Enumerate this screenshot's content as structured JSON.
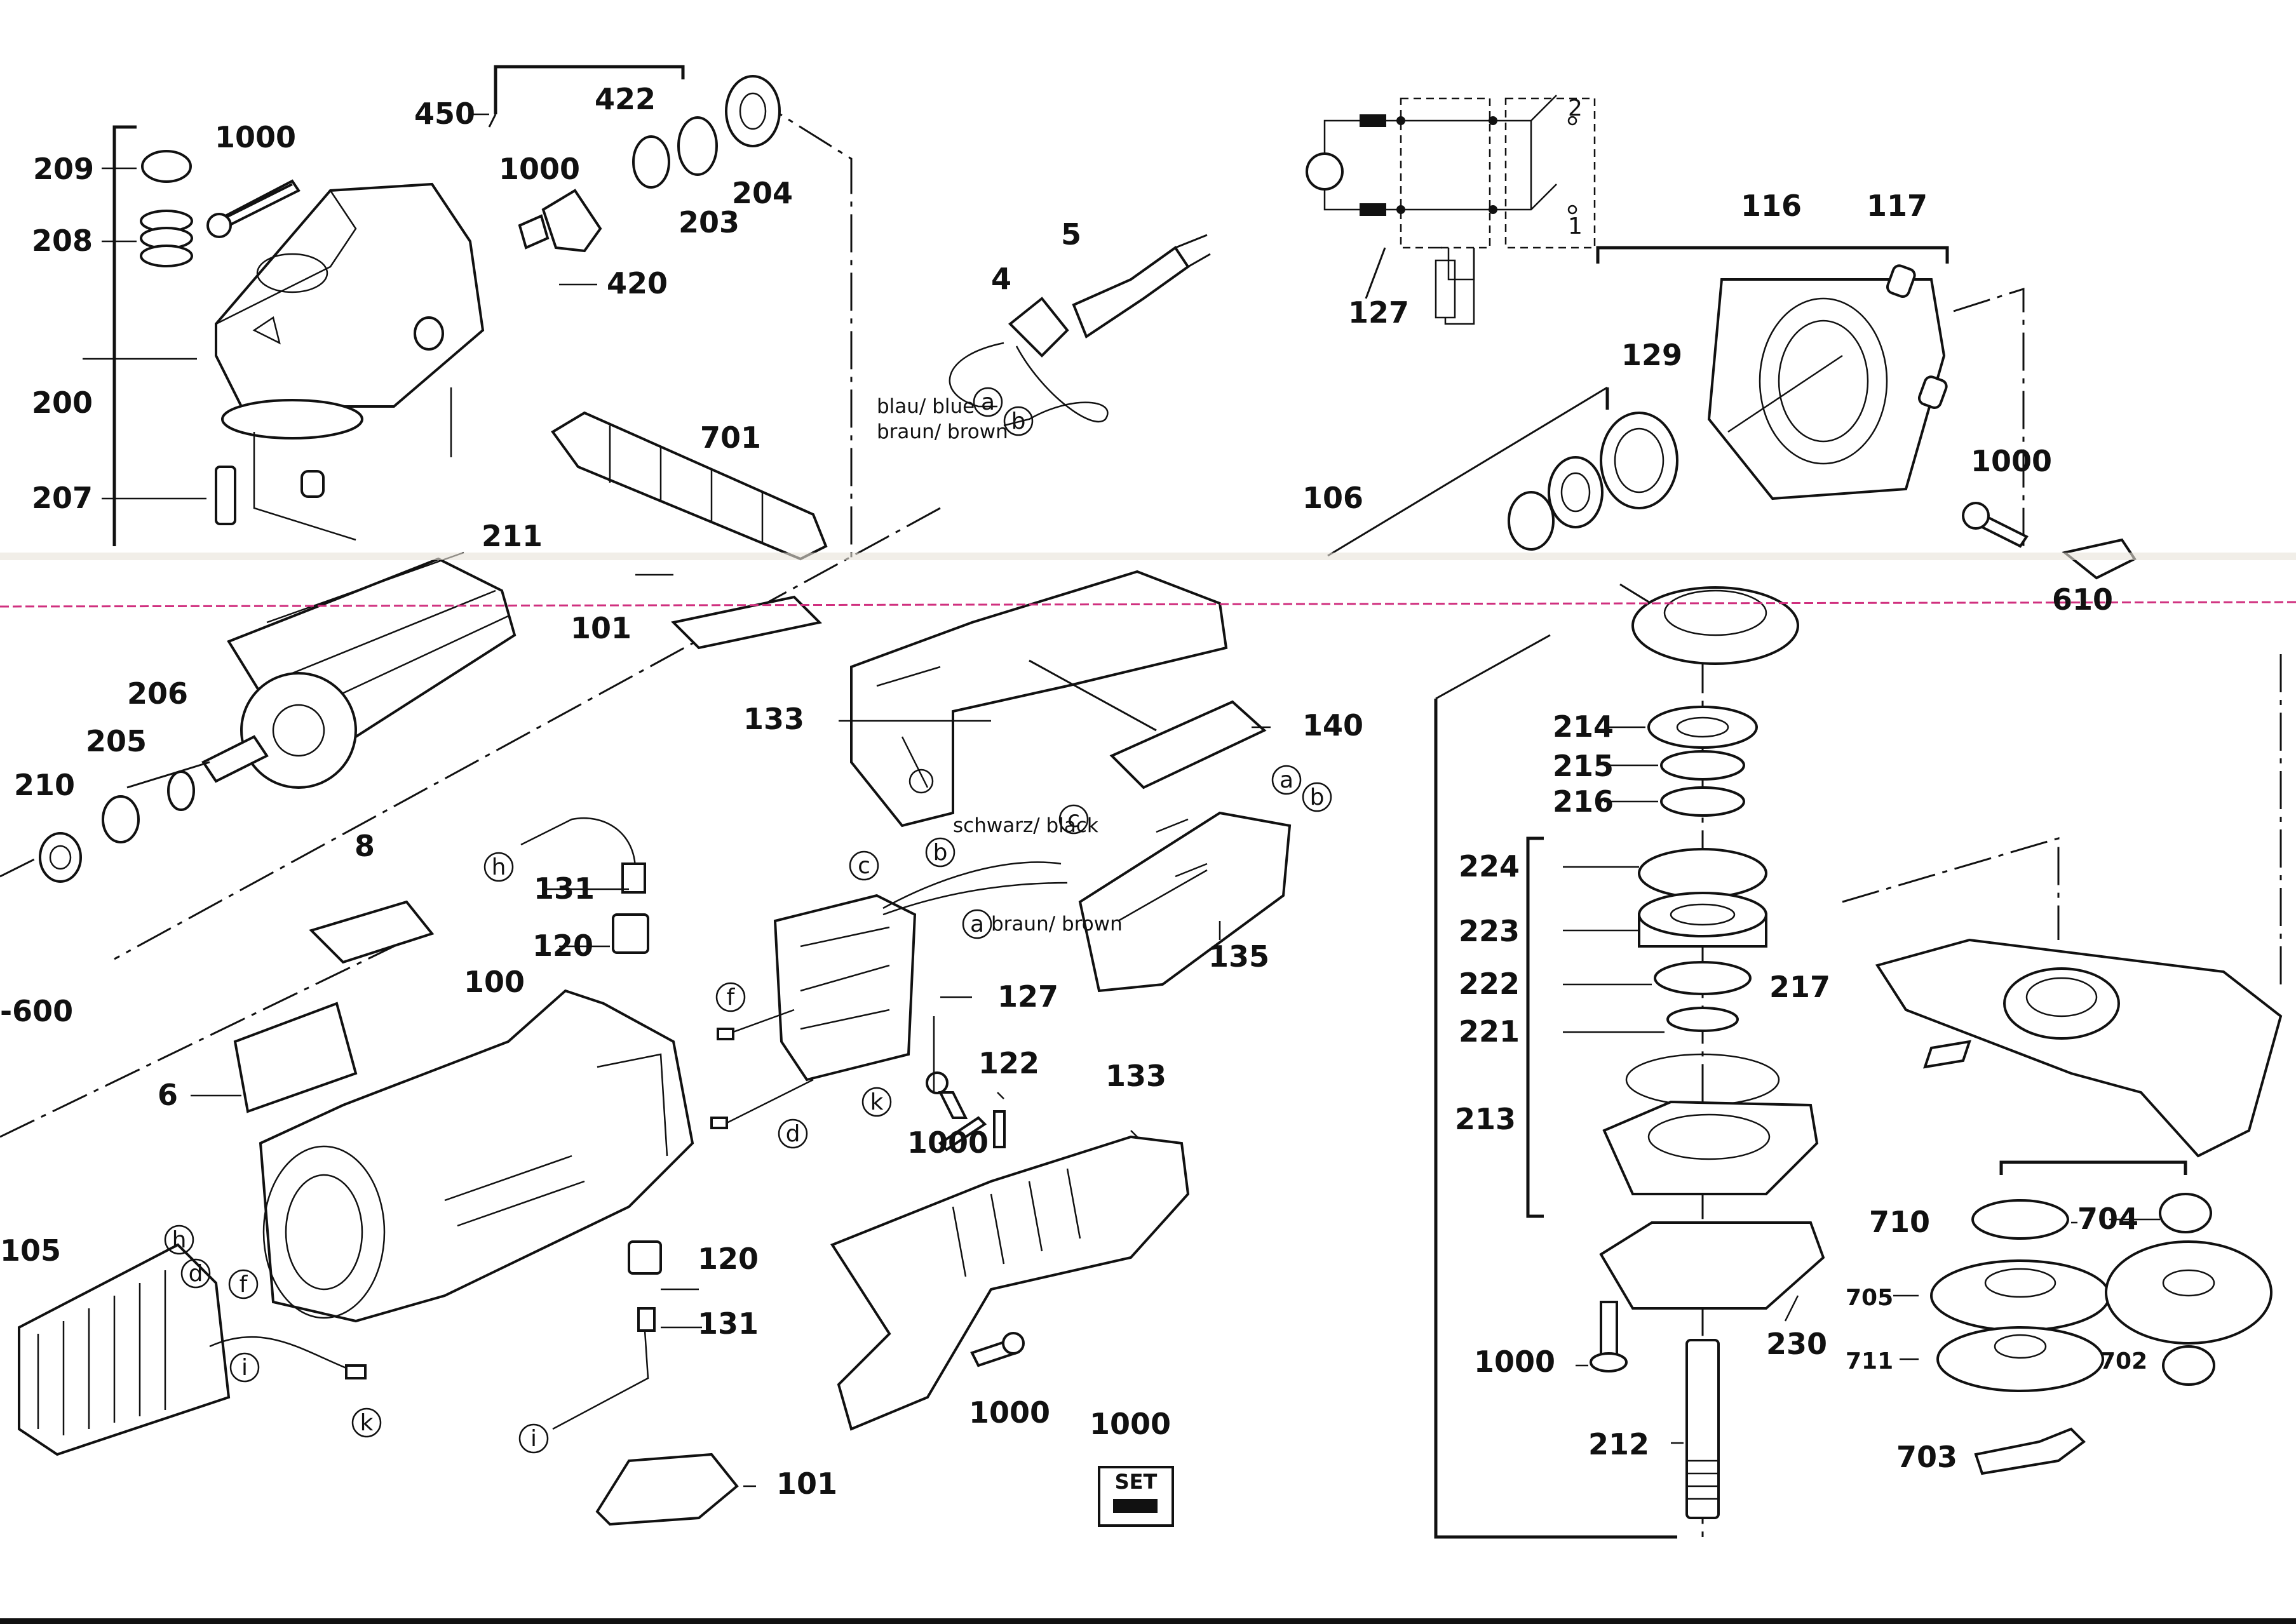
{
  "parts": {
    "p209": "209",
    "p1000_a": "1000",
    "p450": "450",
    "p422": "422",
    "p1000_b": "1000",
    "p204": "204",
    "p203": "203",
    "p208": "208",
    "p420": "420",
    "p200": "200",
    "p207": "207",
    "p701": "701",
    "p211": "211",
    "p4": "4",
    "p5": "5",
    "p127_a": "127",
    "p116": "116",
    "p117": "117",
    "p129": "129",
    "p106": "106",
    "p1000_c": "1000",
    "p101_a": "101",
    "p206": "206",
    "p205": "205",
    "p210": "210",
    "p133_a": "133",
    "p140": "140",
    "p214": "214",
    "p215": "215",
    "p216": "216",
    "p8": "8",
    "p131_a": "131",
    "p120_a": "120",
    "p135": "135",
    "p600": "-600",
    "p100": "100",
    "p6": "6",
    "p127_b": "127",
    "p224": "224",
    "p223": "223",
    "p222": "222",
    "p221": "221",
    "p217": "217",
    "p213": "213",
    "p122": "122",
    "p133_b": "133",
    "p1000_d": "1000",
    "p105": "105",
    "p120_b": "120",
    "p131_b": "131",
    "p1000_e": "1000",
    "p1000_f": "1000",
    "p101_b": "101",
    "p710": "710",
    "p704": "704",
    "p705": "705",
    "p711": "711",
    "p702": "702",
    "p230": "230",
    "p1000_g": "1000",
    "p212": "212",
    "p703": "703",
    "p610": "610"
  },
  "wire_notes": {
    "blue": "blau/ blue",
    "brown_a": "braun/ brown",
    "black": "schwarz/ black",
    "brown_b": "braun/ brown"
  },
  "connection_letters": {
    "a": "a",
    "b": "b",
    "c": "c",
    "d": "d",
    "f": "f",
    "h": "h",
    "i": "i",
    "k": "k"
  },
  "schematic": {
    "switch_1": "1",
    "switch_2": "2"
  },
  "set_label": "SET"
}
